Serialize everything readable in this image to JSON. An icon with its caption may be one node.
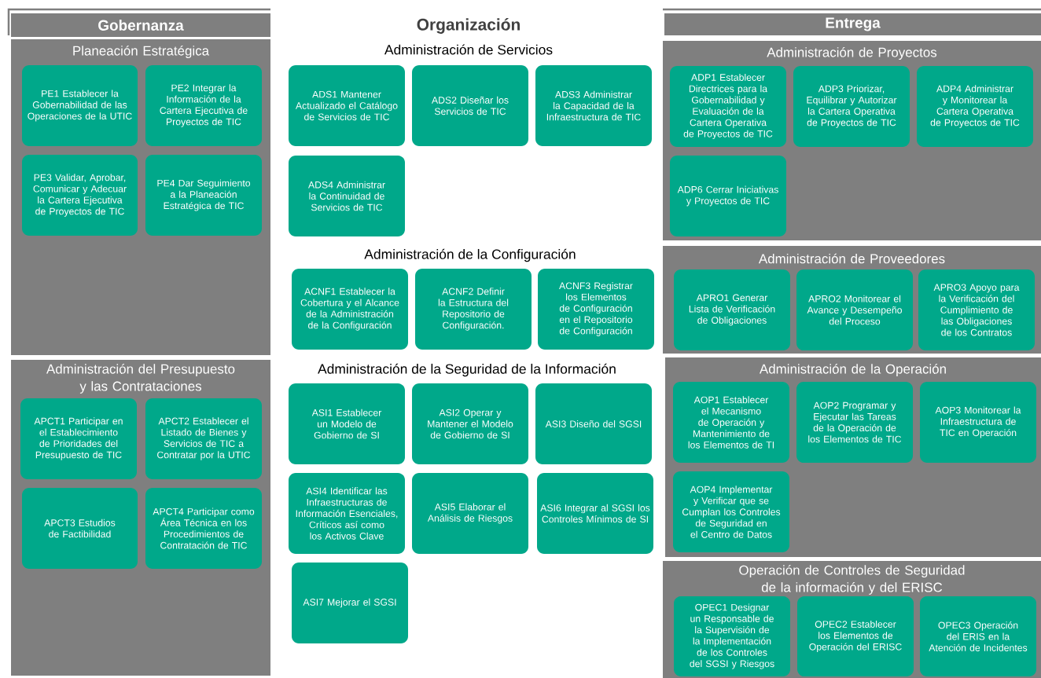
{
  "diagram": {
    "nodes": [
      {
        "text": [
          "Gobernanza"
        ]
      },
      {
        "text": [
          "Planeación Estratégica"
        ]
      },
      {
        "text": [
          "PE1 Establecer la Gobernabilidad de las Operaciones de la UTIC"
        ],
        "in": 1
      },
      {
        "text": [
          "PE2 Integrar la Información de la Cartera Ejecutiva de Proyectos de TIC"
        ],
        "in": 1
      },
      {
        "text": [
          "PE3 Validar, Aprobar, Comunicar y Adecuar la Cartera Ejecutiva de Proyectos de TIC"
        ],
        "in": 1
      },
      {
        "text": [
          "PE4 Dar Seguimiento a la Planeación Estratégica de TIC"
        ],
        "in": 1
      },
      {
        "text": [
          "Administración del Presupuesto y las Contrataciones"
        ]
      },
      {
        "text": [
          "APCT1 Participar en el Establecimiento de Prioridades del Presupuesto de TIC"
        ],
        "in": 6
      },
      {
        "text": [
          "APCT2 Establecer el Listado de Bienes y Servicios de TIC a Contratar por la UTIC"
        ],
        "in": 6
      },
      {
        "text": [
          "APCT3 Estudios de Factibilidad"
        ],
        "in": 6
      },
      {
        "text": [
          "APCT4 Participar como Área Técnica en los Procedimientos de Contratación de TIC"
        ],
        "in": 6
      },
      {
        "text": [
          "ADS1 Mantener Actualizado el Catálogo de Servicios de TIC"
        ]
      },
      {
        "text": [
          "ADS2 Diseñar los Servicios de TIC"
        ]
      },
      {
        "text": [
          "ADS3 Administrar la Capacidad de la Infraestructura de TIC"
        ]
      },
      {
        "text": [
          "ADS4 Administrar la Continuidad de Servicios de TIC"
        ]
      },
      {
        "text": [
          "ACNF1 Establecer la Cobertura y el Alcance de la Administración de la Configuración"
        ]
      },
      {
        "text": [
          "ACNF2 Definir la Estructura del Repositorio de Configuración."
        ]
      },
      {
        "text": [
          "ACNF3 Registrar los Elementos de Configuración en el Repositorio de Configuración"
        ]
      },
      {
        "text": [
          "ASI1 Establecer un Modelo de Gobierno de SI"
        ]
      },
      {
        "text": [
          "ASI2 Operar y Mantener el Modelo de Gobierno de SI"
        ]
      },
      {
        "text": [
          "ASI3 Diseño del SGSI"
        ]
      },
      {
        "text": [
          "ASI4 Identificar las Infraestructuras de Información Esenciales, Críticos así como los Activos Clave"
        ]
      },
      {
        "text": [
          "ASI5 Elaborar el Análisis de Riesgos"
        ]
      },
      {
        "text": [
          "ASI6 Integrar al SGSI los Controles Mínimos de SI"
        ]
      },
      {
        "text": [
          "ASI7 Mejorar el SGSI"
        ]
      },
      {
        "text": [
          "Entrega"
        ]
      },
      {
        "text": [
          "Administración de Proyectos"
        ]
      },
      {
        "text": [
          "ADP1 Establecer Directrices para la Gobernabilidad y Evaluación de la Cartera Operativa de Proyectos de TIC"
        ],
        "in": 26
      },
      {
        "text": [
          "ADP3 Priorizar, Equilibrar y Autorizar la Cartera Operativa de Proyectos de TIC"
        ],
        "in": 26
      },
      {
        "text": [
          "ADP4 Administrar y Monitorear la Cartera Operativa de Proyectos de TIC"
        ],
        "in": 26
      },
      {
        "text": [
          "ADP6 Cerrar Iniciativas y Proyectos de TIC"
        ],
        "in": 26
      },
      {
        "text": [
          "Administración de Proveedores"
        ]
      },
      {
        "text": [
          "APRO1 Generar Lista de Verificación de Obligaciones"
        ],
        "in": 31
      },
      {
        "text": [
          "APRO2 Monitorear el Avance y Desempeño del Proceso"
        ],
        "in": 31
      },
      {
        "text": [
          "APRO3 Apoyo para la Verificación del Cumplimiento de las Obligaciones de los Contratos"
        ],
        "in": 31
      },
      {
        "text": [
          "Administración de la Operación"
        ]
      },
      {
        "text": [
          "AOP1 Establecer el Mecanismo de Operación y Mantenimiento de los Elementos de TI"
        ],
        "in": 35
      },
      {
        "text": [
          "AOP2 Programar y Ejecutar las Tareas de la Operación de los Elementos de TIC"
        ],
        "in": 35
      },
      {
        "text": [
          "AOP3 Monitorear la Infraestructura de TIC en Operación"
        ],
        "in": 35
      },
      {
        "text": [
          "AOP4 Implementar y Verificar que se Cumplan los Controles de Seguridad en el Centro de Datos"
        ],
        "in": 35
      },
      {
        "text": [
          "Operación de Controles de Seguridad de la información y del ERISC"
        ]
      },
      {
        "text": [
          "OPEC1 Designar un Responsable de la Supervisión de la Implementación de los Controles del SGSI y Riesgos"
        ],
        "in": 40
      },
      {
        "text": [
          "OPEC2 Establecer los Elementos de Operación del ERISC"
        ],
        "in": 40
      },
      {
        "text": [
          "OPEC3 Operación del ERIS en la Atención de Incidentes"
        ],
        "in": 40
      }
    ],
    "labels": [
      "Organización",
      "Administración de Servicios",
      "Administración de la Configuración",
      "Administración de la Seguridad de la Información"
    ]
  }
}
